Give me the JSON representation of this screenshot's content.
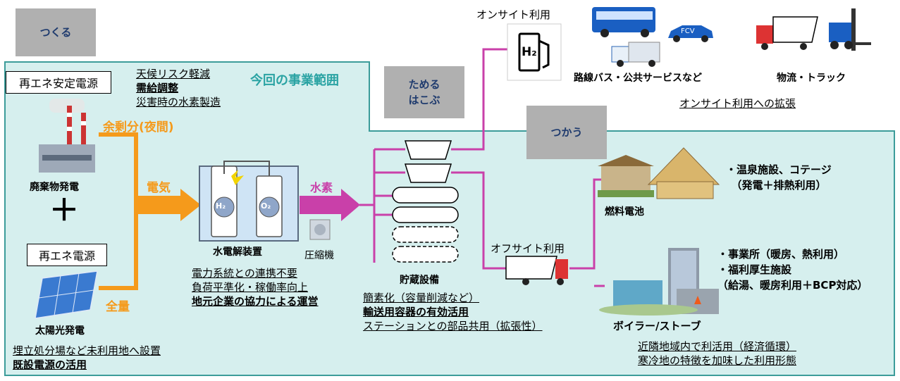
{
  "colors": {
    "region_bg": "#d6efee",
    "region_border": "#3c9c9a",
    "orange": "#f59a1b",
    "magenta": "#c940a9",
    "header_box": "#b0b0b0",
    "header_text": "#1f3b6e",
    "scope_title": "#2aa3a3"
  },
  "headers": {
    "make": "つくる",
    "store": "ためる\nはこぶ",
    "use": "つかう"
  },
  "scope_title": "今回の事業範囲",
  "sources": {
    "stable_box": "再エネ安定電源",
    "renew_box": "再エネ電源",
    "waste_plant": "廃棄物発電",
    "solar_plant": "太陽光発電",
    "plus": "＋",
    "surplus": "余剰分(夜間)",
    "electricity": "電気",
    "total": "全量"
  },
  "benefits_top": [
    "天候リスク軽減",
    "需給調整",
    "災害時の水素製造"
  ],
  "electrolyzer": {
    "label": "水電解装置",
    "h2": "H₂",
    "o2": "O₂",
    "hydrogen": "水素",
    "compressor": "圧縮機"
  },
  "electrolyzer_notes": [
    "電力系統との連携不要",
    "負荷平準化・稼働率向上",
    "地元企業の協力による運営"
  ],
  "storage": {
    "label": "貯蔵設備",
    "notes": [
      "簡素化（容量削減など）",
      "輸送用容器の有効活用",
      "ステーションとの部品共用（拡張性）"
    ]
  },
  "source_notes": [
    "埋立処分場など未利用地へ設置",
    "既設電源の活用"
  ],
  "onsite": {
    "label": "オンサイト利用",
    "h2_icon": "H₂",
    "fcv": "FCV",
    "bus_caption": "路線バス・公共サービスなど",
    "truck_caption": "物流・トラック",
    "expansion": "オンサイト利用への拡張"
  },
  "offsite": {
    "label": "オフサイト利用"
  },
  "fuel_cell": {
    "label": "燃料電池",
    "uses": "・温泉施設、コテージ\n　（発電＋排熱利用）"
  },
  "boiler": {
    "label": "ボイラー/ストーブ",
    "uses": "・事業所（暖房、熱利用）\n・福利厚生施設\n（給湯、暖房利用＋BCP対応）",
    "notes": [
      "近隣地域内で利活用（経済循環）",
      "寒冷地の特徴を加味した利用形態"
    ]
  }
}
